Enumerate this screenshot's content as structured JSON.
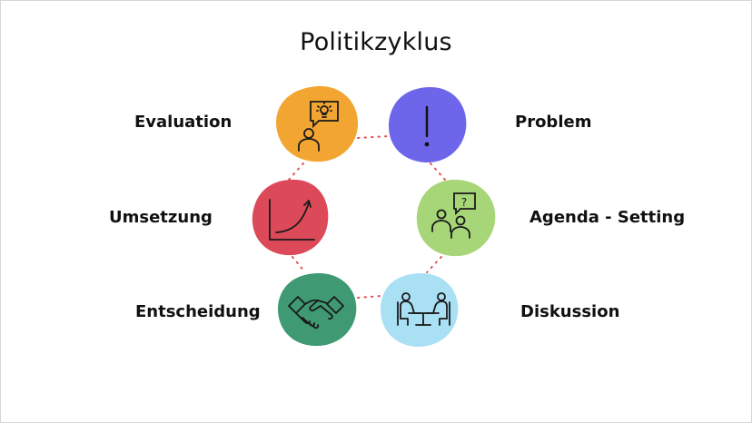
{
  "title": "Politikzyklus",
  "stages": [
    {
      "label": "Problem",
      "color": "#6e66ea",
      "icon": "exclamation-icon"
    },
    {
      "label": "Agenda - Setting",
      "color": "#a6d677",
      "icon": "people-question-icon"
    },
    {
      "label": "Diskussion",
      "color": "#a9e0f3",
      "icon": "table-discussion-icon"
    },
    {
      "label": "Entscheidung",
      "color": "#3f9a74",
      "icon": "handshake-icon"
    },
    {
      "label": "Umsetzung",
      "color": "#dc4a59",
      "icon": "growth-chart-icon"
    },
    {
      "label": "Evaluation",
      "color": "#f2a531",
      "icon": "person-idea-icon"
    }
  ],
  "connector_color": "#e05555"
}
